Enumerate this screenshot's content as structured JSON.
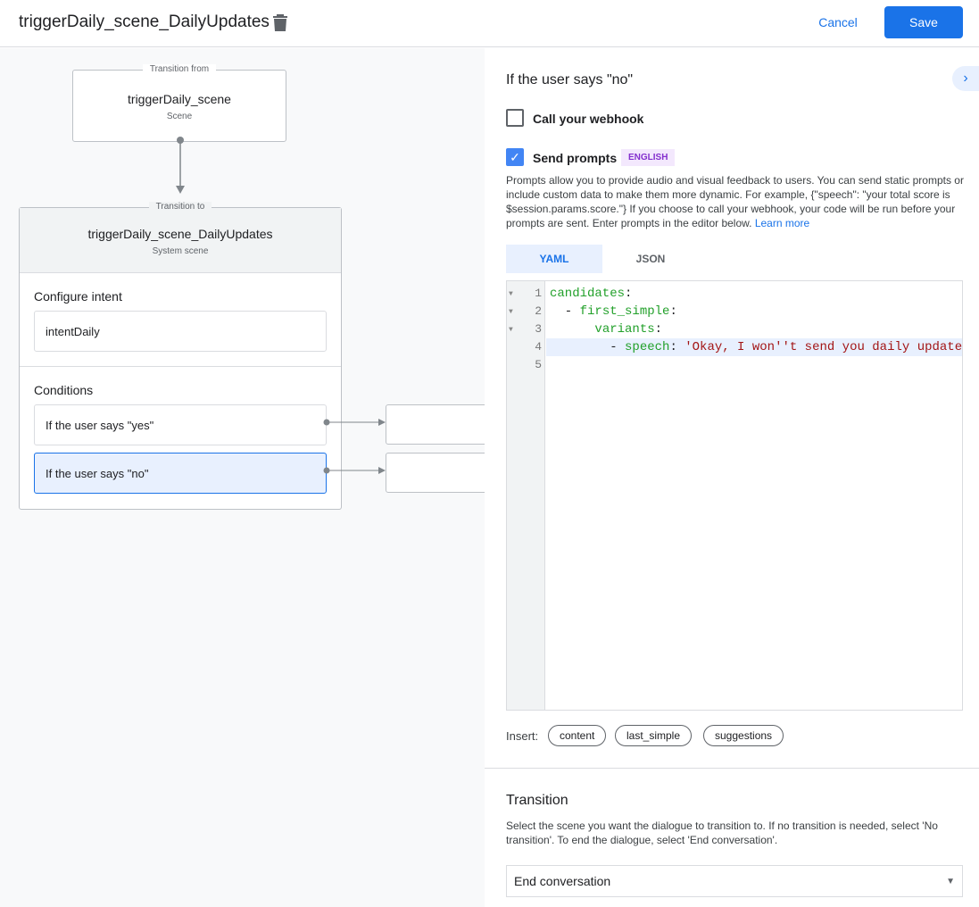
{
  "header": {
    "title": "triggerDaily_scene_DailyUpdates",
    "cancel": "Cancel",
    "save": "Save"
  },
  "canvas": {
    "from_legend": "Transition from",
    "from_name": "triggerDaily_scene",
    "from_type": "Scene",
    "to_legend": "Transition to",
    "to_name": "triggerDaily_scene_DailyUpdates",
    "to_type": "System scene",
    "intent_label": "Configure intent",
    "intent_value": "intentDaily",
    "conditions_label": "Conditions",
    "conditions": [
      "If the user says \"yes\"",
      "If the user says \"no\""
    ]
  },
  "panel": {
    "heading": "If the user says \"no\"",
    "webhook_label": "Call your webhook",
    "webhook_checked": false,
    "prompts_label": "Send prompts",
    "prompts_checked": true,
    "language_badge": "ENGLISH",
    "description": "Prompts allow you to provide audio and visual feedback to users. You can send static prompts or include custom data to make them more dynamic. For example, {\"speech\": \"your total score is $session.params.score.\"} If you choose to call your webhook, your code will be run before your prompts are sent. Enter prompts in the editor below.",
    "learn_more": "Learn more",
    "tabs": [
      "YAML",
      "JSON"
    ],
    "active_tab": "YAML",
    "editor": {
      "line_numbers": [
        "1",
        "2",
        "3",
        "4",
        "5"
      ],
      "lines": [
        [
          "",
          "candidates",
          ":"
        ],
        [
          "  - ",
          "first_simple",
          ":"
        ],
        [
          "      ",
          "variants",
          ":"
        ],
        [
          "        - ",
          "speech",
          ": "
        ],
        [
          "",
          "",
          ""
        ]
      ],
      "string_value": "'Okay, I won''t send you daily update"
    },
    "insert_label": "Insert:",
    "insert_chips": [
      "content",
      "last_simple",
      "suggestions"
    ],
    "transition_heading": "Transition",
    "transition_desc": "Select the scene you want the dialogue to transition to. If no transition is needed, select 'No transition'. To end the dialogue, select 'End conversation'.",
    "transition_value": "End conversation"
  },
  "colors": {
    "accent": "#1a73e8",
    "selected_condition": "#e8f0fe",
    "badge_bg": "#f3e8fd",
    "badge_text": "#8430ce"
  }
}
